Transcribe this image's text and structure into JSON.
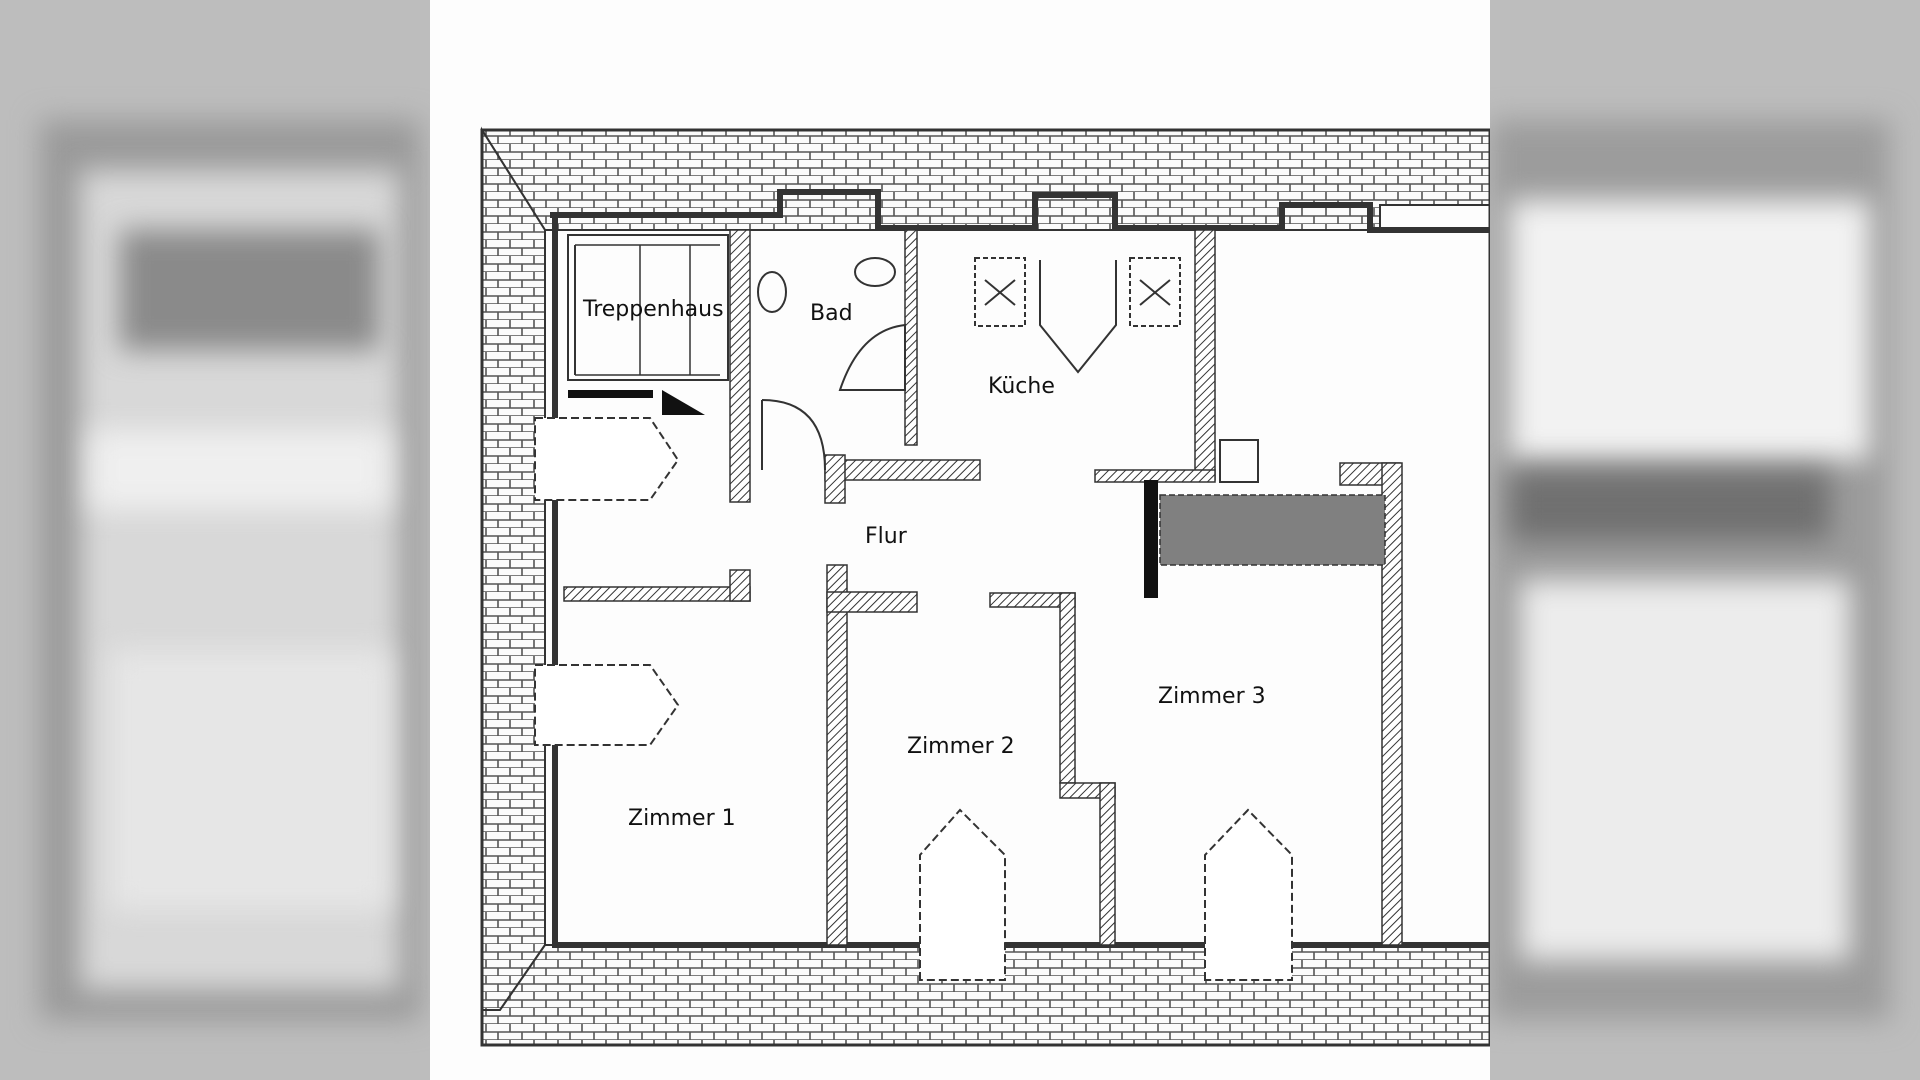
{
  "colors": {
    "paper": "#fdfdfd",
    "wall": "#333333",
    "roof_hatch": "#555555",
    "label": "#111111",
    "highlight_fill": "#808080",
    "background_blur": "#bdbdbd"
  },
  "rooms": {
    "treppenhaus": "Treppenhaus",
    "bad": "Bad",
    "kueche": "Küche",
    "flur": "Flur",
    "zimmer1": "Zimmer 1",
    "zimmer2": "Zimmer 2",
    "zimmer3": "Zimmer 3"
  }
}
